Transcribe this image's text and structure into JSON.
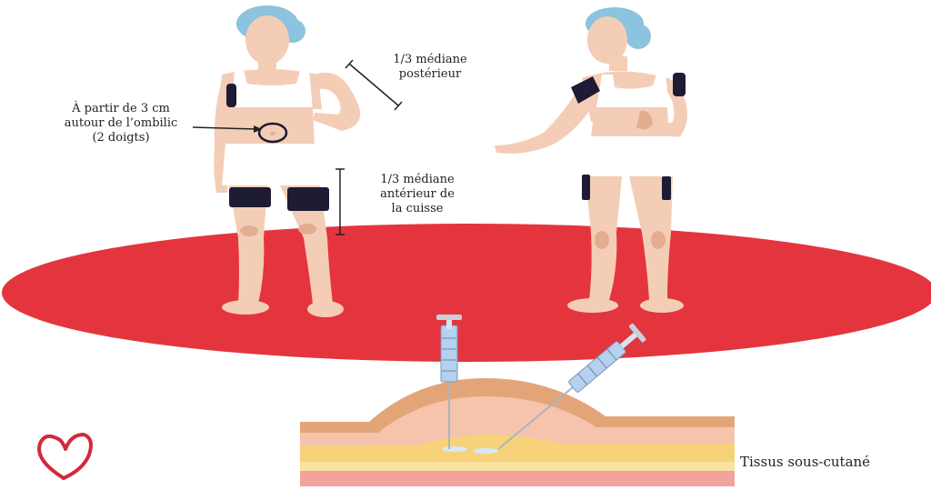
{
  "labels": {
    "posterior_arm": [
      "1/3 médiane",
      "postérieur"
    ],
    "umbilic": [
      "À partir de 3 cm",
      "autour de l’ombilic",
      "(2 doigts)"
    ],
    "anterior_thigh": [
      "1/3 médiane",
      "antérieur de",
      "la cuisse"
    ],
    "tissue": "Tissus sous-cutané"
  },
  "colors": {
    "floor": "#e4353e",
    "skin": "#f4cdb6",
    "skin_shadow": "#e3ad92",
    "hair": "#8cc3de",
    "clothing": "#ffffff",
    "injection_zone": "#1e1b34",
    "skin_layer_top": "#e3a578",
    "skin_layer_mid": "#f6c3ad",
    "fat_layer": "#f6d37a",
    "muscle_layer": "#f3a39b",
    "syringe_barrel": "#b6d1ef",
    "logo": "#d2293b"
  },
  "icons": {
    "logo": "heart-logo-icon"
  }
}
